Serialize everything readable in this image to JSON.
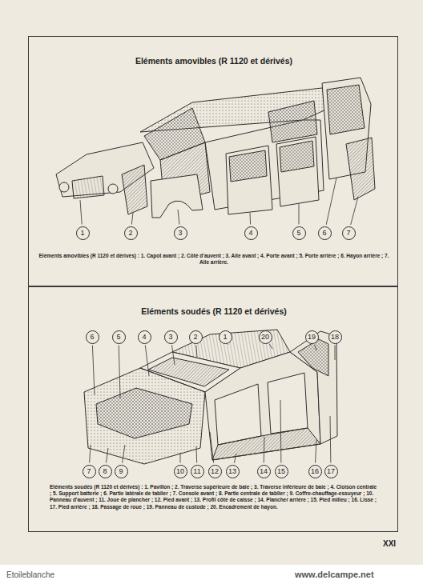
{
  "diagram": {
    "nodes": [
      {
        "text": [
          "Eléments amovibles (R 1120 et dérivés)",
          "Eléments amovibles (R 1120 et dérivés) : 1. Capot avant ; 2. Côté d'auvent ; 3. Aile avant ; 4. Porte avant ; 5. Porte arrière ; 6. Hayon arrière ; 7. Aile arrière."
        ]
      },
      {
        "text": [
          "1"
        ],
        "in": 0
      },
      {
        "text": [
          "2"
        ],
        "in": 0
      },
      {
        "text": [
          "3"
        ],
        "in": 0
      },
      {
        "text": [
          "4"
        ],
        "in": 0
      },
      {
        "text": [
          "5"
        ],
        "in": 0
      },
      {
        "text": [
          "6"
        ],
        "in": 0
      },
      {
        "text": [
          "7"
        ],
        "in": 0
      },
      {
        "text": [
          "Eléments soudés (R 1120 et dérivés)",
          "Eléments soudés (R 1120 et dérivés) : 1. Pavillon ; 2. Traverse supérieure de baie ; 3. Traverse inférieure de baie ; 4. Cloison centrale ; 5. Support batterie ; 6. Partie latérale de tablier ; 7. Console avant ; 8. Partie centrale de tablier ; 9. Coffre-chauffage-essuyeur ; 10. Panneau d'auvent ; 11. Joue de plancher ; 12. Pied avant ; 13. Profil côté de caisse ; 14. Plancher arrière ; 15. Pied milieu ; 16. Lisse ; 17. Pied arrière ; 18. Passage de roue ; 19. Panneau de custode ; 20. Encadrement de hayon."
        ]
      },
      {
        "text": [
          "1"
        ],
        "in": 8
      },
      {
        "text": [
          "2"
        ],
        "in": 8
      },
      {
        "text": [
          "3"
        ],
        "in": 8
      },
      {
        "text": [
          "4"
        ],
        "in": 8
      },
      {
        "text": [
          "5"
        ],
        "in": 8
      },
      {
        "text": [
          "6"
        ],
        "in": 8
      },
      {
        "text": [
          "7"
        ],
        "in": 8
      },
      {
        "text": [
          "8"
        ],
        "in": 8
      },
      {
        "text": [
          "9"
        ],
        "in": 8
      },
      {
        "text": [
          "10"
        ],
        "in": 8
      },
      {
        "text": [
          "11"
        ],
        "in": 8
      },
      {
        "text": [
          "12"
        ],
        "in": 8
      },
      {
        "text": [
          "13"
        ],
        "in": 8
      },
      {
        "text": [
          "14"
        ],
        "in": 8
      },
      {
        "text": [
          "15"
        ],
        "in": 8
      },
      {
        "text": [
          "16"
        ],
        "in": 8
      },
      {
        "text": [
          "17"
        ],
        "in": 8
      },
      {
        "text": [
          "18"
        ],
        "in": 8
      },
      {
        "text": [
          "19"
        ],
        "in": 8
      },
      {
        "text": [
          "20"
        ],
        "in": 8
      }
    ],
    "labels": [
      "XXI",
      "Etoileblanche",
      "www.delcampe.net"
    ]
  }
}
